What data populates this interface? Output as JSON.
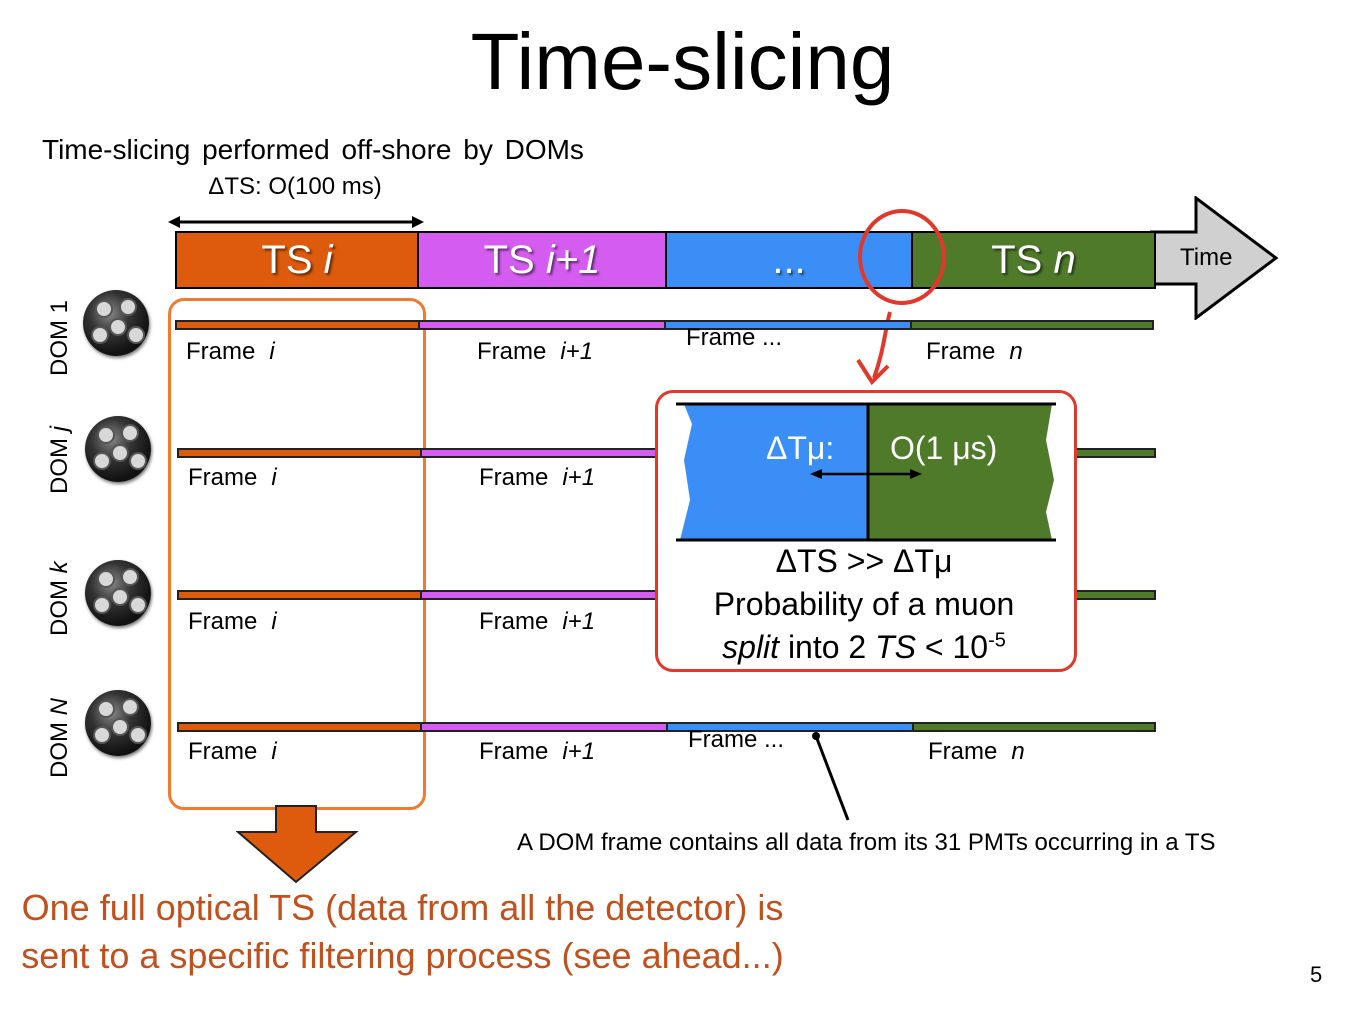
{
  "title": "Time-slicing",
  "subtitle": "Time-slicing performed off-shore by DOMs",
  "delta_ts": "ΔTS: O(100 ms)",
  "time_label": "Time",
  "timeslices": [
    {
      "label_prefix": "TS ",
      "label_italic": "i",
      "color": "#de5a0c"
    },
    {
      "label_prefix": "TS ",
      "label_italic": "i+1",
      "color": "#d45cf0"
    },
    {
      "label_prefix": "...",
      "label_italic": "",
      "color": "#3b8ef5"
    },
    {
      "label_prefix": "TS ",
      "label_italic": "n",
      "color": "#4e7a2a"
    }
  ],
  "doms": [
    {
      "prefix": "DOM ",
      "suffix": "1"
    },
    {
      "prefix": "DOM ",
      "suffix": "j"
    },
    {
      "prefix": "DOM ",
      "suffix": "k"
    },
    {
      "prefix": "DOM ",
      "suffix": "N"
    }
  ],
  "frames": {
    "word": "Frame",
    "i": "i",
    "i1": "i+1",
    "dots": "Frame ...",
    "n": "n"
  },
  "callout": {
    "delta_tmu": "ΔTμ:",
    "o1us": "O(1 μs)",
    "line1": "ΔTS >> ΔTμ",
    "line2": "Probability of a muon",
    "line3_italic": "split",
    "line3_mid": " into 2 ",
    "line3_ts": "TS",
    "line3_end": " < 10",
    "line3_sup": "-5"
  },
  "note": "A DOM frame contains all data from its 31 PMTs occurring in a TS",
  "bottom_text": "One full optical TS (data from all the detector) is sent to a specific filtering process (see ahead...)",
  "page_number": "5",
  "colors": {
    "orange": "#de5a0c",
    "magenta": "#d45cf0",
    "blue": "#3b8ef5",
    "green": "#4e7a2a",
    "accent_red": "#e0392b",
    "bottom_text": "#c0501e"
  }
}
